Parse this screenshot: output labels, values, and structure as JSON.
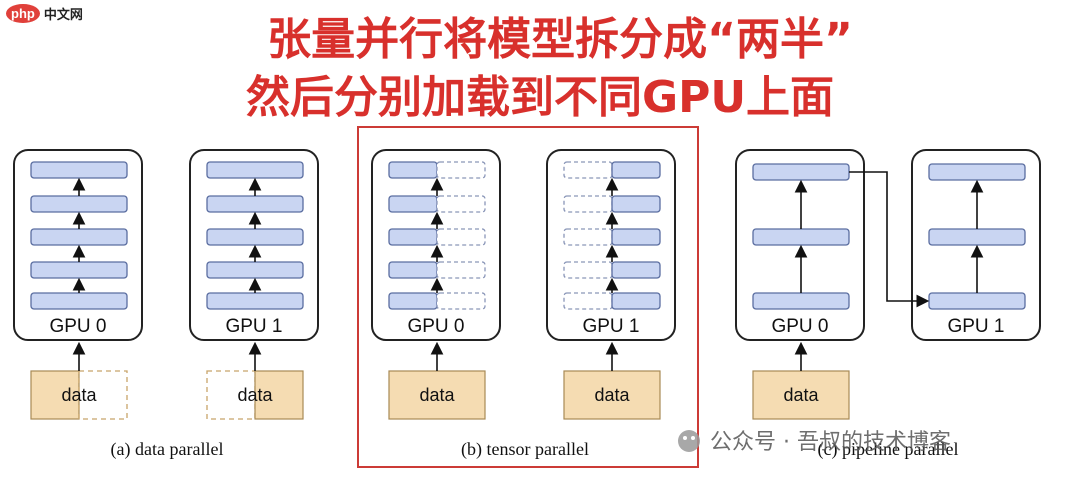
{
  "logo": {
    "badge": "php",
    "site": "中文网"
  },
  "title": {
    "line1": "张量并行将模型拆分成“两半”",
    "line2": "然后分别加载到不同GPU上面"
  },
  "panels": {
    "data": {
      "gpu0": "GPU 0",
      "gpu1": "GPU 1",
      "data0": "data",
      "data1": "data",
      "caption": "(a) data parallel"
    },
    "tensor": {
      "gpu0": "GPU 0",
      "gpu1": "GPU 1",
      "data0": "data",
      "data1": "data",
      "caption": "(b) tensor parallel"
    },
    "pipeline": {
      "gpu0": "GPU 0",
      "gpu1": "GPU 1",
      "data0": "data",
      "caption": "(c) pipeline parallel"
    }
  },
  "watermark": "公众号 · 吾叔的技术博客",
  "colors": {
    "title": "#d8302c",
    "layer": "#c9d5f2",
    "data": "#f5dcb2",
    "highlight": "#cc3b36"
  }
}
